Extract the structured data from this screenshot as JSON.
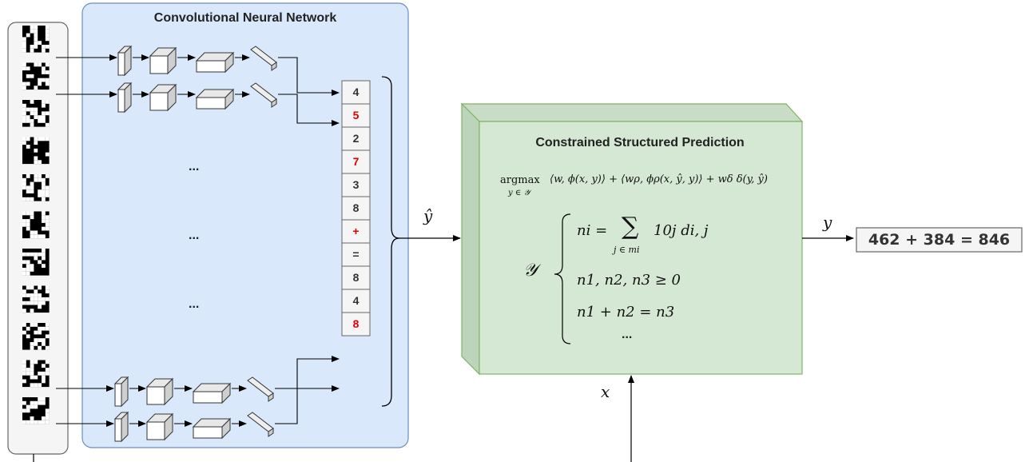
{
  "cnn": {
    "title": "Convolutional Neural Network",
    "ellipsis": [
      "...",
      "...",
      "..."
    ]
  },
  "csp": {
    "title": "Constrained Structured Prediction",
    "argmax": "argmax",
    "argmax_sub": "y ∈ 𝒴",
    "objective": "⟨w, ϕ(x, y)⟩ + ⟨wρ, ϕρ(x, ŷ, y)⟩ + wδ δ(y, ŷ)",
    "set_symbol": "𝒴",
    "constraints": {
      "c1_lhs": "ni =",
      "c1_sum": "∑",
      "c1_rhs": "10j di, j",
      "c1_sub": "j ∈ mi",
      "c2": "n1, n2, n3 ≥ 0",
      "c3": "n1 + n2 = n3",
      "c4": "..."
    }
  },
  "sequence": [
    {
      "label": "4",
      "red": false
    },
    {
      "label": "5",
      "red": true
    },
    {
      "label": "2",
      "red": false
    },
    {
      "label": "7",
      "red": true
    },
    {
      "label": "3",
      "red": false
    },
    {
      "label": "8",
      "red": false
    },
    {
      "label": "+",
      "red": true
    },
    {
      "label": "=",
      "red": false
    },
    {
      "label": "8",
      "red": false
    },
    {
      "label": "4",
      "red": false
    },
    {
      "label": "8",
      "red": true
    }
  ],
  "labels": {
    "y_hat": "ŷ",
    "y": "y",
    "x": "x"
  },
  "output": {
    "equation": "462 + 384 = 846"
  },
  "colors": {
    "cnn_bg": "#dae8fc",
    "cnn_border": "#6c8ebf",
    "csp_bg": "#d5e8d4",
    "csp_border": "#82b366",
    "highlight": "#e00000"
  }
}
